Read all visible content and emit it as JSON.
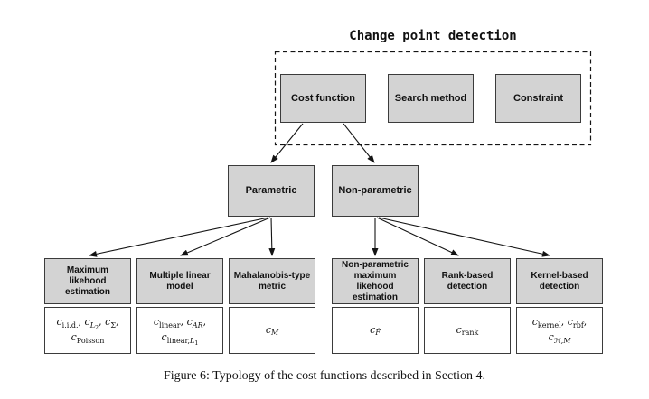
{
  "figure": {
    "title": "Change point detection",
    "caption": "Figure 6: Typology of the cost functions described in Section 4."
  },
  "group": {
    "boxes": [
      {
        "label": "Cost function"
      },
      {
        "label": "Search method"
      },
      {
        "label": "Constraint"
      }
    ]
  },
  "branches": [
    {
      "label": "Parametric"
    },
    {
      "label": "Non-parametric"
    }
  ],
  "leaves": [
    {
      "title_lines": [
        "Maximum",
        "likehood",
        "estimation"
      ],
      "math": [
        [
          {
            "k": "c",
            "t": "c"
          },
          {
            "k": "s",
            "t": "i.i.d."
          },
          {
            "k": "n",
            "t": ", "
          },
          {
            "k": "c",
            "t": "c"
          },
          {
            "k": "si",
            "t": "L"
          },
          {
            "k": "ss",
            "t": "2"
          },
          {
            "k": "n",
            "t": ", "
          },
          {
            "k": "c",
            "t": "c"
          },
          {
            "k": "s",
            "t": "Σ"
          },
          {
            "k": "n",
            "t": ","
          }
        ],
        [
          {
            "k": "c",
            "t": "c"
          },
          {
            "k": "s",
            "t": "Poisson"
          }
        ]
      ]
    },
    {
      "title_lines": [
        "Multiple linear",
        "model"
      ],
      "math": [
        [
          {
            "k": "c",
            "t": "c"
          },
          {
            "k": "s",
            "t": "linear"
          },
          {
            "k": "n",
            "t": ", "
          },
          {
            "k": "c",
            "t": "c"
          },
          {
            "k": "si",
            "t": "AR"
          },
          {
            "k": "n",
            "t": ","
          }
        ],
        [
          {
            "k": "c",
            "t": "c"
          },
          {
            "k": "s",
            "t": "linear,"
          },
          {
            "k": "si",
            "t": "L"
          },
          {
            "k": "ss",
            "t": "1"
          }
        ]
      ]
    },
    {
      "title_lines": [
        "Mahalanobis-type",
        "metric"
      ],
      "math": [
        [
          {
            "k": "c",
            "t": "c"
          },
          {
            "k": "si",
            "t": "M"
          }
        ]
      ]
    },
    {
      "title_lines": [
        "Non-parametric",
        "maximum",
        "likehood",
        "estimation"
      ],
      "math": [
        [
          {
            "k": "c",
            "t": "c"
          },
          {
            "k": "si",
            "t": "F̂"
          }
        ]
      ]
    },
    {
      "title_lines": [
        "Rank-based",
        "detection"
      ],
      "math": [
        [
          {
            "k": "c",
            "t": "c"
          },
          {
            "k": "s",
            "t": "rank"
          }
        ]
      ]
    },
    {
      "title_lines": [
        "Kernel-based",
        "detection"
      ],
      "math": [
        [
          {
            "k": "c",
            "t": "c"
          },
          {
            "k": "s",
            "t": "kernel"
          },
          {
            "k": "n",
            "t": ", "
          },
          {
            "k": "c",
            "t": "c"
          },
          {
            "k": "s",
            "t": "rbf"
          },
          {
            "k": "n",
            "t": ","
          }
        ],
        [
          {
            "k": "c",
            "t": "c"
          },
          {
            "k": "si",
            "t": "ℋ,M"
          }
        ]
      ]
    }
  ],
  "colors": {
    "box_fill": "#d3d3d3",
    "box_border": "#3b3b3b",
    "line": "#141414",
    "background": "#ffffff"
  }
}
